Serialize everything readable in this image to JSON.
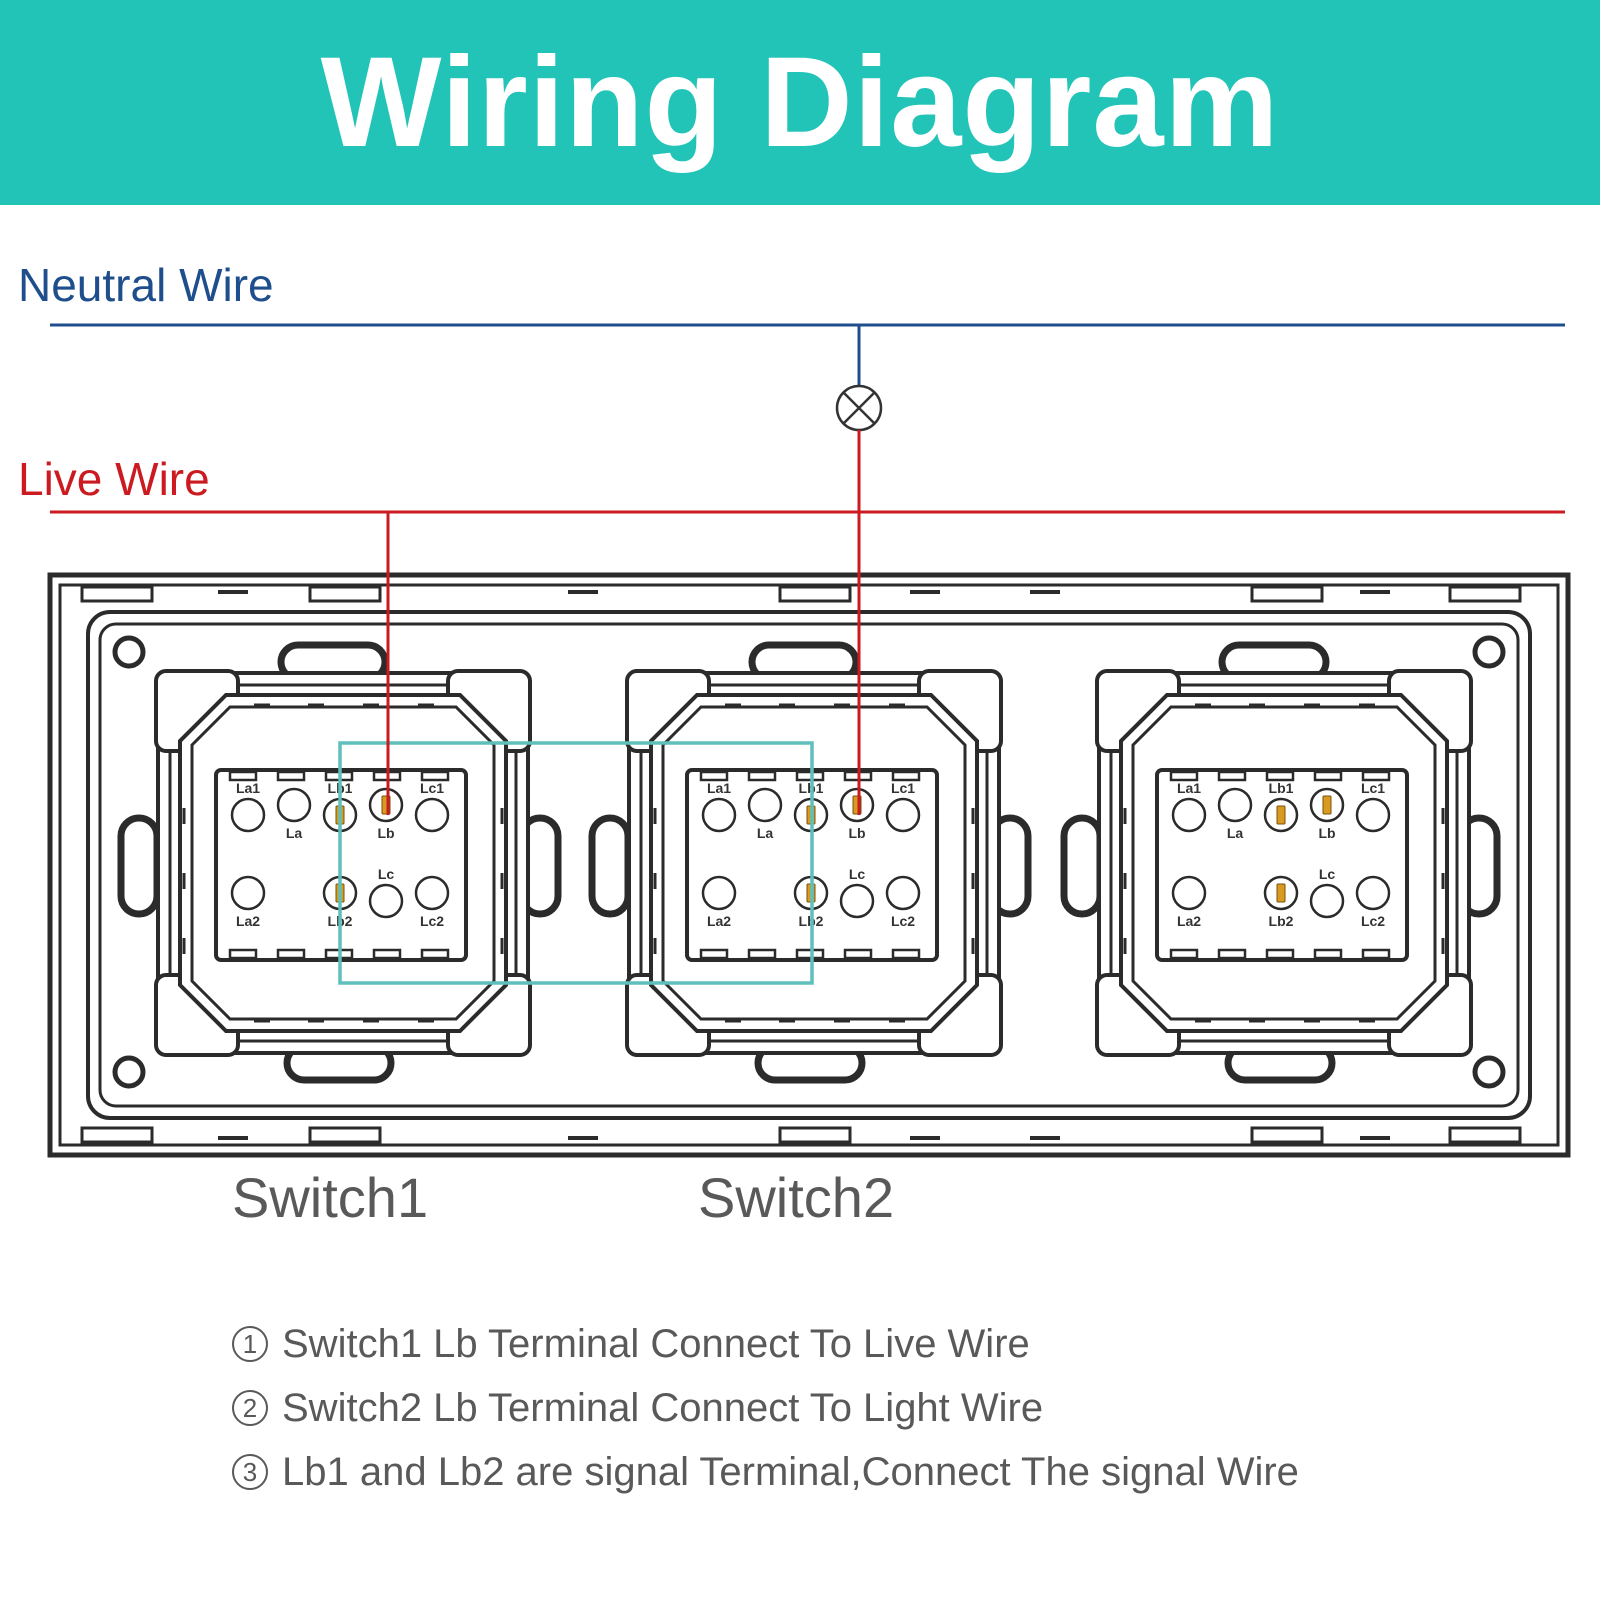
{
  "header": {
    "title": "Wiring Diagram"
  },
  "colors": {
    "header_bg": "#22c4b8",
    "neutral": "#1f4e8c",
    "live": "#cc1a21",
    "signal": "#5fbfba",
    "frame": "#2b2b2b",
    "terminal_fill": "#d89a20",
    "text_gray": "#595959"
  },
  "wires": {
    "neutral_label": "Neutral Wire",
    "live_label": "Live Wire"
  },
  "lamp": {
    "icon": "lamp-symbol-icon"
  },
  "terminals": {
    "top_row": [
      {
        "label": "La1",
        "label_pos": "above",
        "active": false
      },
      {
        "label": "La",
        "label_pos": "below",
        "active": false
      },
      {
        "label": "Lb1",
        "label_pos": "above",
        "active": true
      },
      {
        "label": "Lb",
        "label_pos": "below",
        "active": true
      },
      {
        "label": "Lc1",
        "label_pos": "above",
        "active": false
      }
    ],
    "bottom_row": [
      {
        "label": "La2",
        "label_pos": "below",
        "active": false
      },
      {
        "label": "Lb2",
        "label_pos": "below",
        "active": true
      },
      {
        "label": "Lc",
        "label_pos": "above",
        "active": false
      },
      {
        "label": "Lc2",
        "label_pos": "below",
        "active": false
      }
    ]
  },
  "switches": [
    {
      "label": "Switch1"
    },
    {
      "label": "Switch2"
    }
  ],
  "notes": [
    {
      "num": "1",
      "text": "Switch1 Lb Terminal Connect To Live Wire"
    },
    {
      "num": "2",
      "text": "Switch2 Lb Terminal Connect To Light Wire"
    },
    {
      "num": "3",
      "text": "Lb1 and Lb2 are signal Terminal,Connect The signal Wire"
    }
  ]
}
